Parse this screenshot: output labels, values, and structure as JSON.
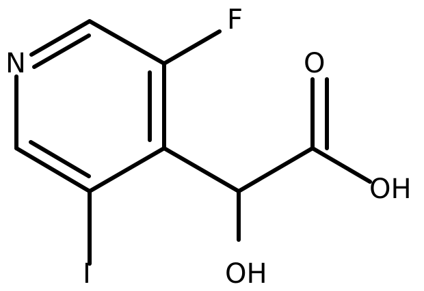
{
  "molecule": {
    "atom_labels": {
      "n": "N",
      "f": "F",
      "i": "I",
      "o_carbonyl": "O",
      "oh_acid": "OH",
      "oh_alpha": "OH"
    },
    "colors": {
      "bond": "#000000",
      "text": "#000000",
      "background": "#ffffff"
    }
  }
}
